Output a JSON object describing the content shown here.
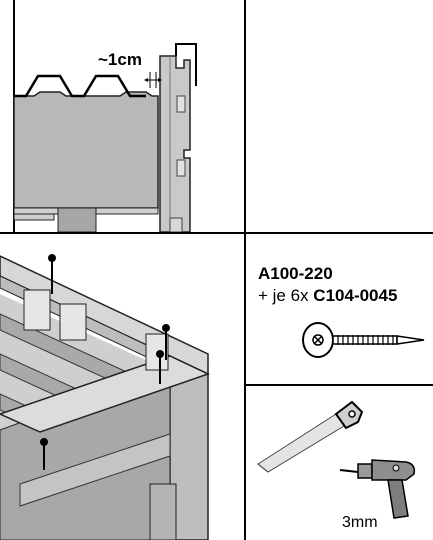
{
  "top_left": {
    "gap_label": "~1cm"
  },
  "parts": {
    "part_number": "A100-220",
    "screw_prefix": "+ je 6x",
    "screw_number": "C104-0045"
  },
  "tools": {
    "drill_size": "3mm"
  }
}
